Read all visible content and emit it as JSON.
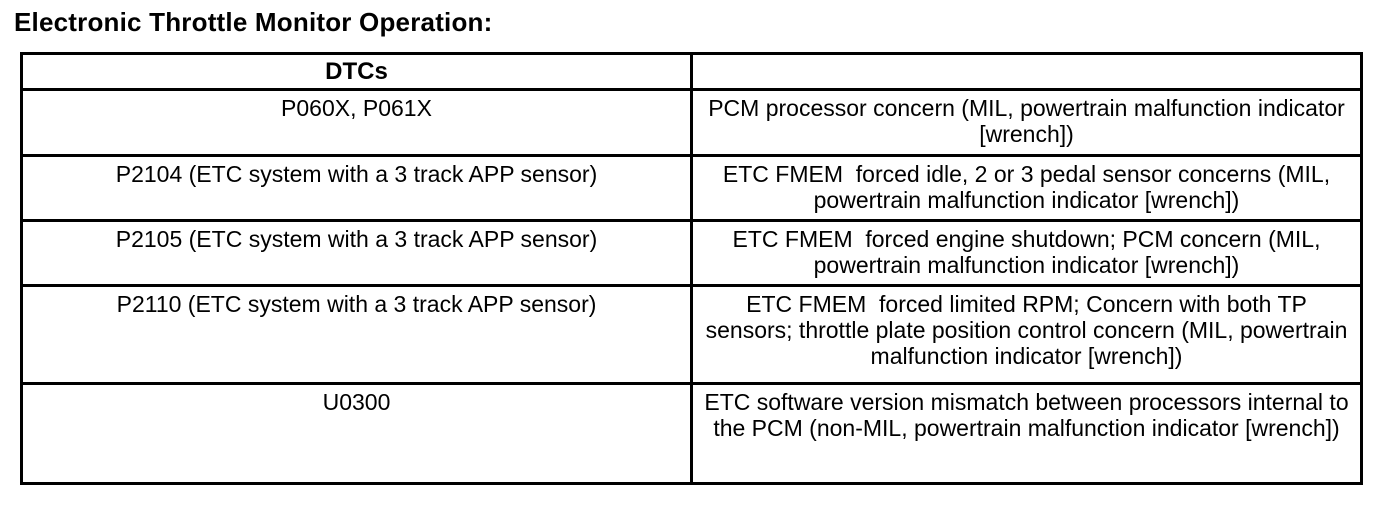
{
  "page": {
    "title": "Electronic Throttle Monitor Operation:"
  },
  "colors": {
    "text": "#000000",
    "background": "#ffffff",
    "table_border": "#000000"
  },
  "table": {
    "columns": [
      {
        "header": "DTCs"
      },
      {
        "header": ""
      }
    ],
    "rows": [
      {
        "dtc": "P060X, P061X",
        "description": "PCM processor concern (MIL, powertrain malfunction indicator [wrench])"
      },
      {
        "dtc": "P2104 (ETC system with a 3 track APP sensor)",
        "description": "ETC FMEM  forced idle, 2 or 3 pedal sensor concerns (MIL, powertrain malfunction indicator [wrench])"
      },
      {
        "dtc": "P2105 (ETC system with a 3 track APP sensor)",
        "description": "ETC FMEM  forced engine shutdown; PCM concern (MIL, powertrain malfunction indicator [wrench])"
      },
      {
        "dtc": "P2110 (ETC system with a 3 track APP sensor)",
        "description": "ETC FMEM  forced limited RPM; Concern with both TP sensors; throttle plate position control concern (MIL, powertrain malfunction indicator [wrench])"
      },
      {
        "dtc": "U0300",
        "description": "ETC software version mismatch between processors internal to the PCM (non-MIL, powertrain malfunction indicator [wrench])"
      }
    ]
  }
}
